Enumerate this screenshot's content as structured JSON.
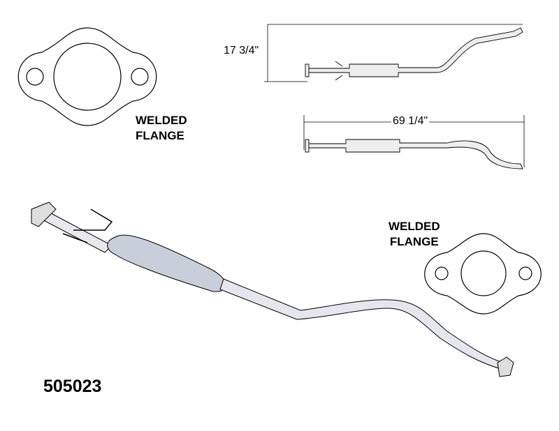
{
  "part_number": "505023",
  "flange_labels": [
    {
      "line1": "WELDED",
      "line2": "FLANGE"
    },
    {
      "line1": "WELDED",
      "line2": "FLANGE"
    }
  ],
  "dimensions": {
    "height": "17 3/4\"",
    "length": "69 1/4\""
  },
  "colors": {
    "line": "#000000",
    "pipe": "#e6e6ee",
    "muffler": "#c9cedb"
  }
}
